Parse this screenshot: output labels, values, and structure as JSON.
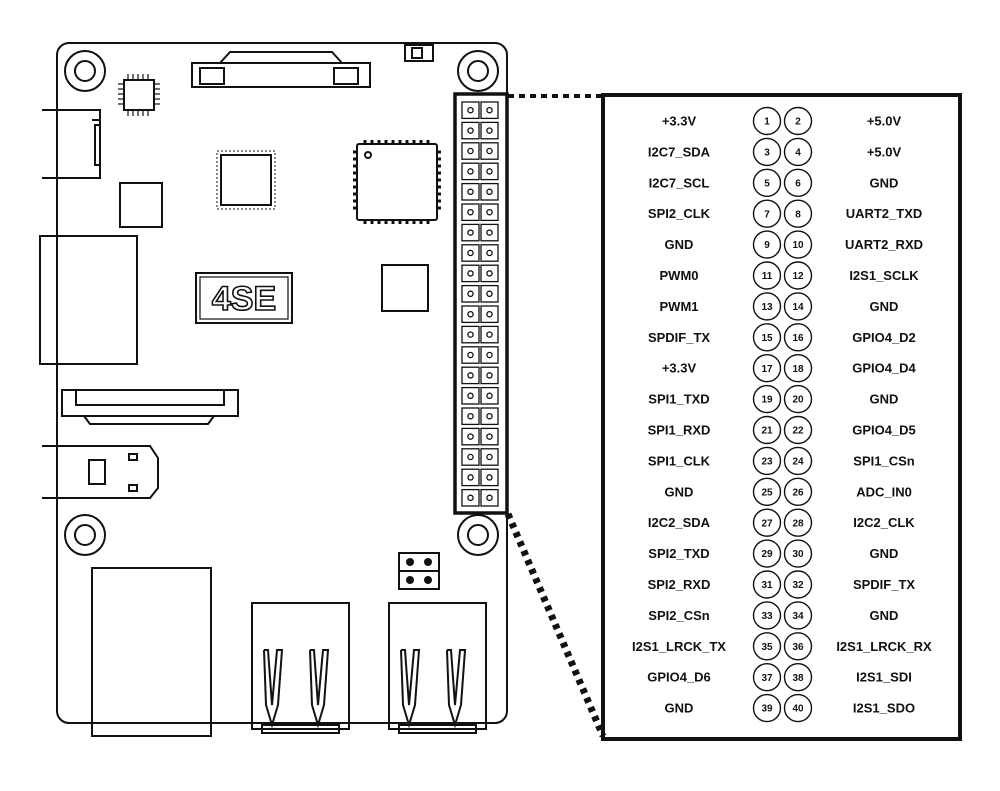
{
  "board": {
    "logo_text": "4SE"
  },
  "pinout": {
    "rows": [
      {
        "left": "+3.3V",
        "pins": [
          "1",
          "2"
        ],
        "right": "+5.0V"
      },
      {
        "left": "I2C7_SDA",
        "pins": [
          "3",
          "4"
        ],
        "right": "+5.0V"
      },
      {
        "left": "I2C7_SCL",
        "pins": [
          "5",
          "6"
        ],
        "right": "GND"
      },
      {
        "left": "SPI2_CLK",
        "pins": [
          "7",
          "8"
        ],
        "right": "UART2_TXD"
      },
      {
        "left": "GND",
        "pins": [
          "9",
          "10"
        ],
        "right": "UART2_RXD"
      },
      {
        "left": "PWM0",
        "pins": [
          "11",
          "12"
        ],
        "right": "I2S1_SCLK"
      },
      {
        "left": "PWM1",
        "pins": [
          "13",
          "14"
        ],
        "right": "GND"
      },
      {
        "left": "SPDIF_TX",
        "pins": [
          "15",
          "16"
        ],
        "right": "GPIO4_D2"
      },
      {
        "left": "+3.3V",
        "pins": [
          "17",
          "18"
        ],
        "right": "GPIO4_D4"
      },
      {
        "left": "SPI1_TXD",
        "pins": [
          "19",
          "20"
        ],
        "right": "GND"
      },
      {
        "left": "SPI1_RXD",
        "pins": [
          "21",
          "22"
        ],
        "right": "GPIO4_D5"
      },
      {
        "left": "SPI1_CLK",
        "pins": [
          "23",
          "24"
        ],
        "right": "SPI1_CSn"
      },
      {
        "left": "GND",
        "pins": [
          "25",
          "26"
        ],
        "right": "ADC_IN0"
      },
      {
        "left": "I2C2_SDA",
        "pins": [
          "27",
          "28"
        ],
        "right": "I2C2_CLK"
      },
      {
        "left": "SPI2_TXD",
        "pins": [
          "29",
          "30"
        ],
        "right": "GND"
      },
      {
        "left": "SPI2_RXD",
        "pins": [
          "31",
          "32"
        ],
        "right": "SPDIF_TX"
      },
      {
        "left": "SPI2_CSn",
        "pins": [
          "33",
          "34"
        ],
        "right": "GND"
      },
      {
        "left": "I2S1_LRCK_TX",
        "pins": [
          "35",
          "36"
        ],
        "right": "I2S1_LRCK_RX"
      },
      {
        "left": "GPIO4_D6",
        "pins": [
          "37",
          "38"
        ],
        "right": "I2S1_SDI"
      },
      {
        "left": "GND",
        "pins": [
          "39",
          "40"
        ],
        "right": "I2S1_SDO"
      }
    ]
  }
}
